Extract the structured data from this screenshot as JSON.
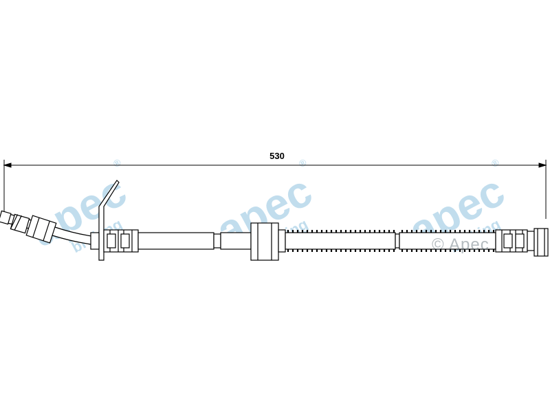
{
  "diagram": {
    "dimension_label": "530",
    "watermark": {
      "brand": "apec",
      "subtitle": "braking",
      "registered": "®",
      "color": "#8fc3e0"
    },
    "copyright_text": "© Apec",
    "line_color": "#000000",
    "watermark_icon": "apec-logo"
  }
}
